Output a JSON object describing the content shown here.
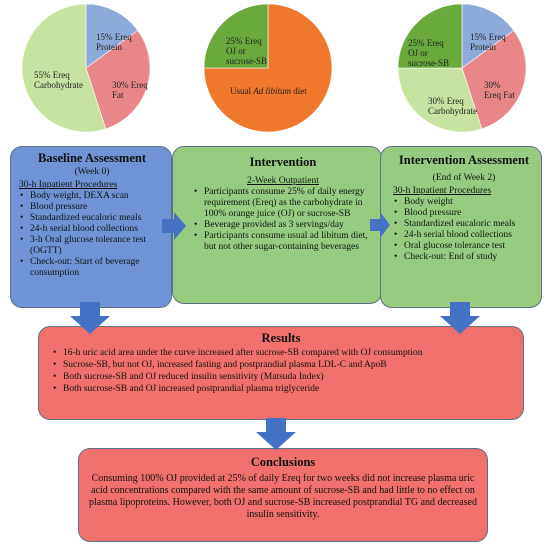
{
  "pies": {
    "baseline": {
      "slices": [
        {
          "label": "15% Ereq Protein",
          "percent": 15,
          "color": "#8eaadb"
        },
        {
          "label": "30% Ereq Fat",
          "percent": 30,
          "color": "#e8868a"
        },
        {
          "label": "55% Ereq Carbohydrate",
          "percent": 55,
          "color": "#c7e3a2"
        }
      ]
    },
    "intervention": {
      "slices": [
        {
          "label": "Usual Ad libitum diet",
          "percent": 75,
          "color": "#f0782c"
        },
        {
          "label": "25% Ereq OJ or sucrose-SB",
          "percent": 25,
          "color": "#6aaa3c"
        }
      ]
    },
    "post": {
      "slices": [
        {
          "label": "15% Ereq Protein",
          "percent": 15,
          "color": "#8eaadb"
        },
        {
          "label": "30% Ereq Fat",
          "percent": 30,
          "color": "#e8868a"
        },
        {
          "label": "30% Ereq Carbohydrate",
          "percent": 30,
          "color": "#c7e3a2"
        },
        {
          "label": "25% Ereq OJ or sucrose-SB",
          "percent": 25,
          "color": "#6aaa3c"
        }
      ]
    }
  },
  "pie_labels": {
    "b_protein": "15% Ereq Protein",
    "b_fat": "30% Ereq Fat",
    "b_carb": "55% Ereq Carbohydrate",
    "i_bev_1": "25% Ereq",
    "i_bev_2": "OJ or",
    "i_bev_3": "sucrose-SB",
    "i_diet_pre": "Usual ",
    "i_diet_em": "Ad libitum",
    "i_diet_post": " diet",
    "p_bev": "25% Ereq OJ or sucrose-SB",
    "p_protein": "15% Ereq Protein",
    "p_fat": "30% Ereq Fat",
    "p_carb": "30% Ereq Carbohydrate"
  },
  "baseline": {
    "title": "Baseline Assessment",
    "subtitle": "(Week 0)",
    "section": "30-h Inpatient Procedures",
    "items": [
      "Body weight, DEXA scan",
      "Blood pressure",
      "Standardized eucaloric meals",
      "24-h serial blood collections",
      "3-h Oral glucose tolerance test (OGTT)",
      "Check-out: Start of beverage consumption"
    ]
  },
  "intervention": {
    "title": "Intervention",
    "section": "2-Week Outpatient",
    "items": [
      "Participants consume 25% of daily energy requirement (Ereq) as the carbohydrate in 100% orange juice (OJ) or sucrose-SB",
      "Beverage provided as 3 servings/day",
      "Participants consume usual ad libitum diet, but not other sugar-containing beverages"
    ]
  },
  "post": {
    "title": "Intervention Assessment",
    "subtitle": "(End of Week 2)",
    "section": "30-h Inpatient Procedures",
    "items": [
      "Body weight",
      "Blood pressure",
      "Standardized eucaloric meals",
      "24-h serial blood collections",
      "Oral glucose tolerance test",
      "Check-out: End of study"
    ]
  },
  "results": {
    "title": "Results",
    "items": [
      "16-h uric acid area under the curve increased after sucrose-SB compared with OJ consumption",
      "Sucrose-SB, but not OJ, increased fasting and postprandial plasma LDL-C and ApoB",
      "Both sucrose-SB and OJ reduced insulin sensitivity (Matsuda Index)",
      "Both sucrose-SB and OJ increased postprandial plasma triglyceride"
    ]
  },
  "conclusions": {
    "title": "Conclusions",
    "text": "Consuming 100% OJ provided at 25% of daily Ereq for two weeks did not increase plasma uric acid concentrations compared with the same amount of sucrose-SB and had little to no effect on plasma lipoproteins. However, both OJ and sucrose-SB increased postprandial TG and decreased insulin sensitivity."
  },
  "colors": {
    "baseline_box": "#6f93d6",
    "intervention_box": "#97cc80",
    "results_box": "#f0706e",
    "arrow": "#4472c4"
  }
}
